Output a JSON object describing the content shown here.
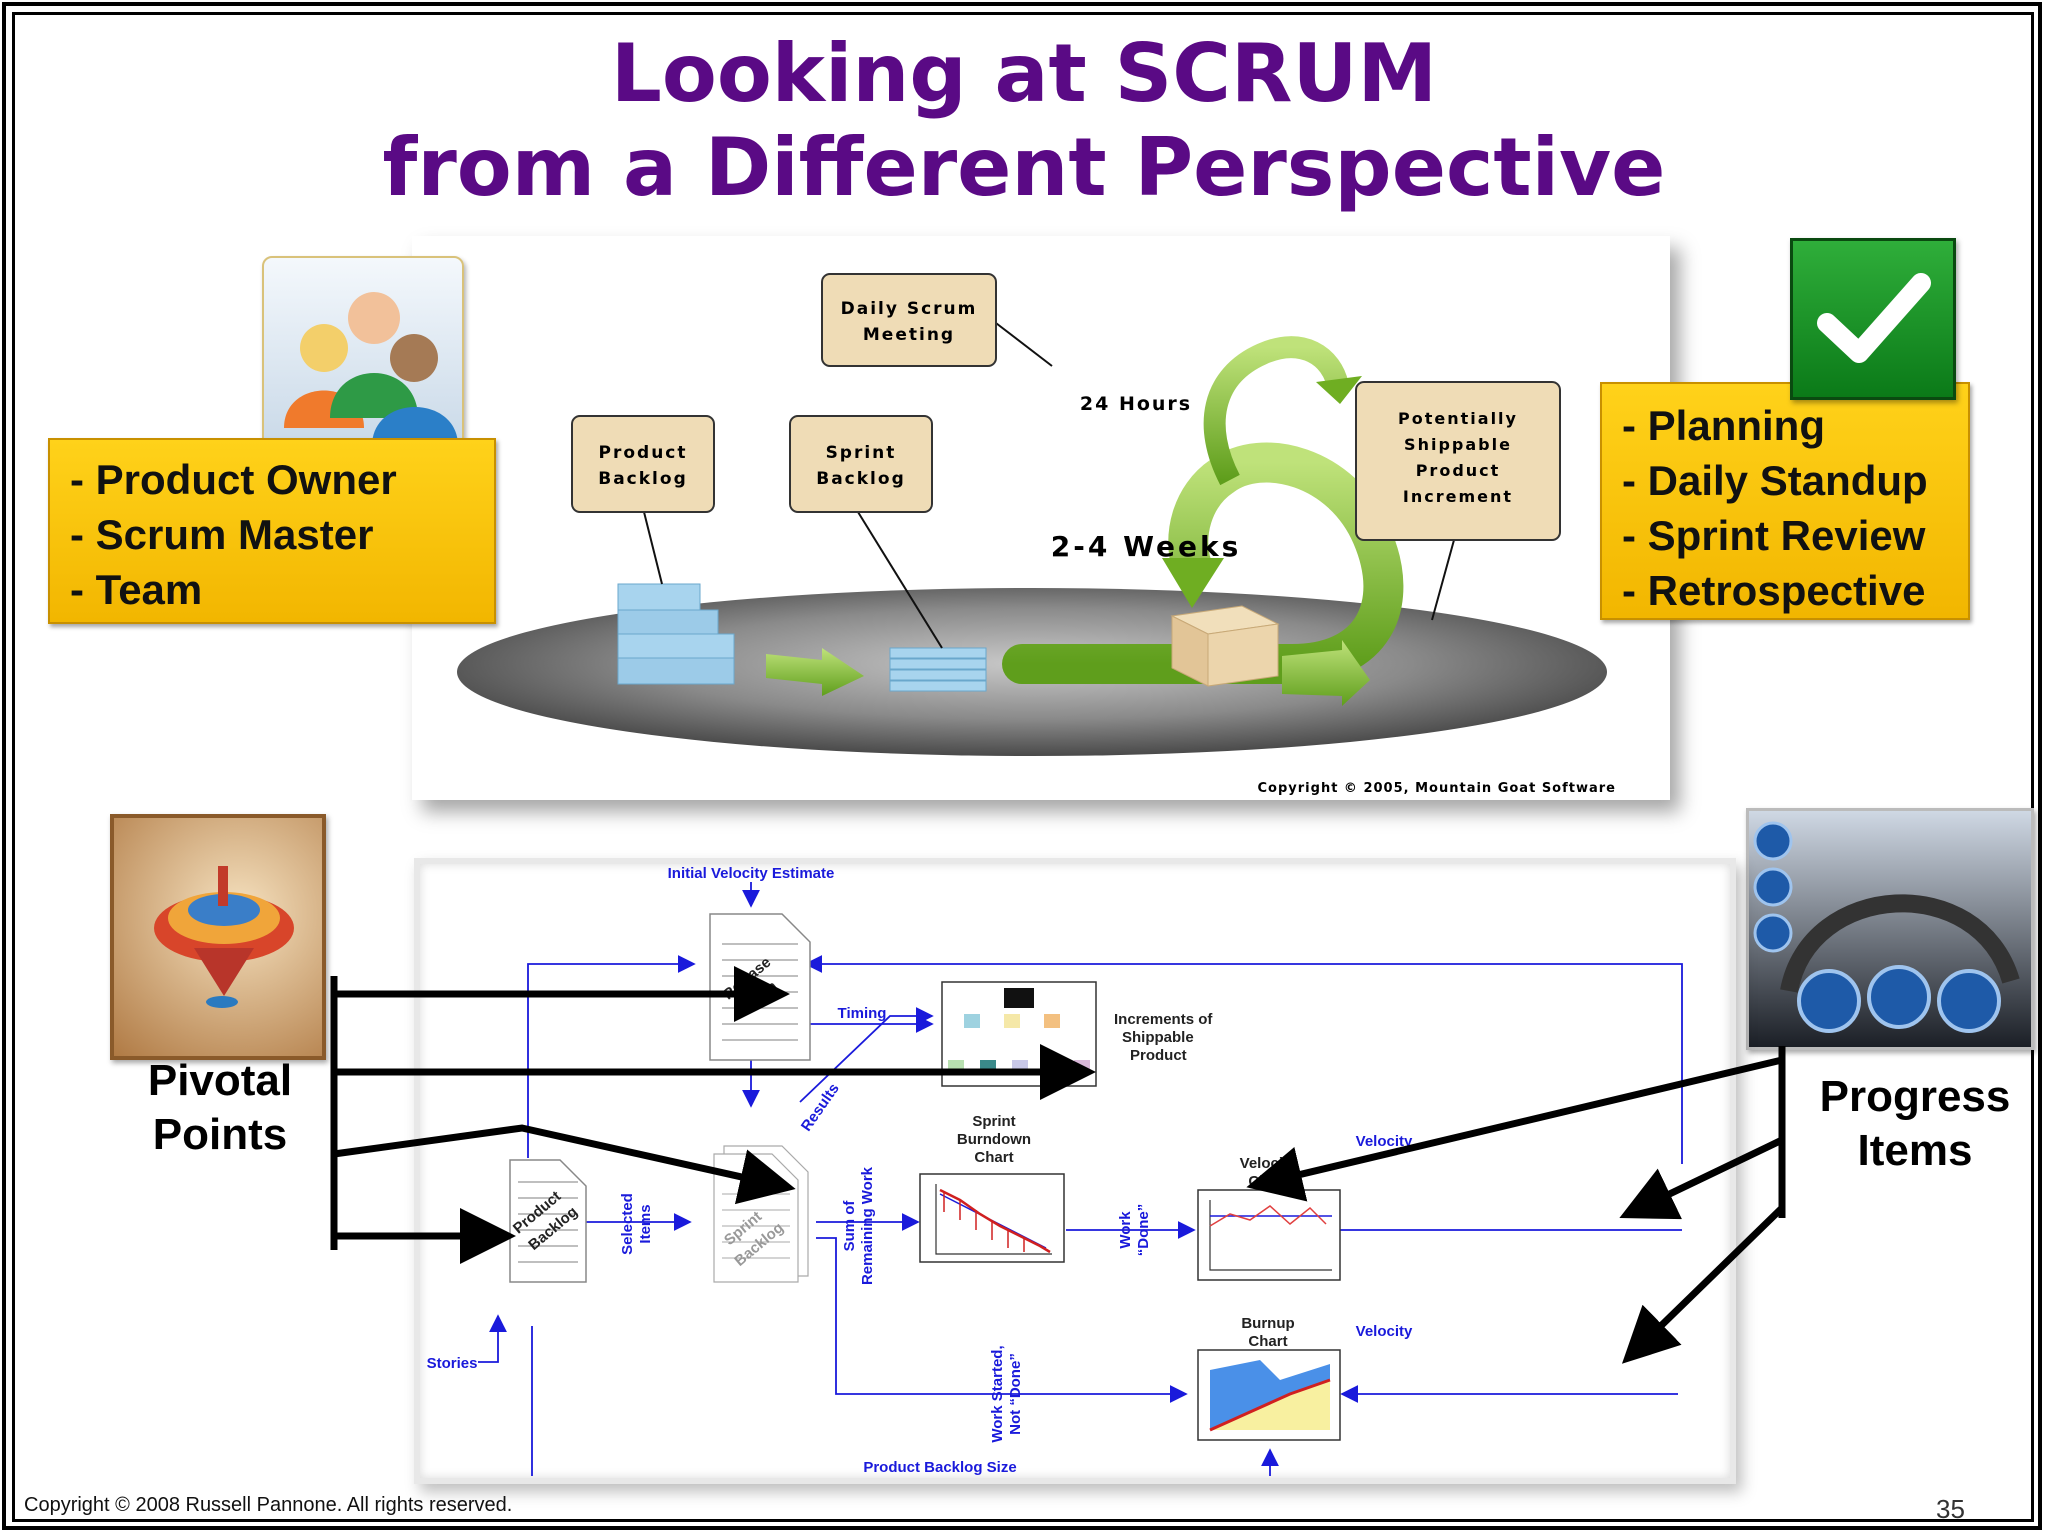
{
  "title": {
    "line1": "Looking at SCRUM",
    "line2": "from a Different Perspective"
  },
  "roles_box": {
    "items": [
      "- Product Owner",
      "- Scrum Master",
      "- Team"
    ]
  },
  "ceremonies_box": {
    "items": [
      "- Planning",
      "- Daily Standup",
      "- Sprint Review",
      "- Retrospective"
    ]
  },
  "scrum_diagram": {
    "daily_scrum": [
      "Daily Scrum",
      "Meeting"
    ],
    "hours": "24 Hours",
    "weeks": "2-4 Weeks",
    "product_backlog": [
      "Product",
      "Backlog"
    ],
    "sprint_backlog": [
      "Sprint",
      "Backlog"
    ],
    "increment": [
      "Potentially",
      "Shippable",
      "Product",
      "Increment"
    ],
    "copyright": "Copyright © 2005, Mountain Goat Software"
  },
  "flow_diagram": {
    "initial_velocity": "Initial Velocity Estimate",
    "release_plan": [
      "Release",
      "Plan"
    ],
    "timing": "Timing",
    "increments": [
      "Increments of",
      "Shippable",
      "Product"
    ],
    "results": "Results",
    "sprint_burndown": [
      "Sprint",
      "Burndown",
      "Chart"
    ],
    "velocity_label_1": "Velocity",
    "velocity_chart": [
      "Velocity",
      "Chart"
    ],
    "product_backlog": [
      "Product",
      "Backlog"
    ],
    "selected_items": [
      "Selected",
      "Items"
    ],
    "sprint_backlog": [
      "Sprint",
      "Backlog"
    ],
    "sum_remaining": [
      "Sum of",
      "Remaining Work"
    ],
    "work_done": [
      "Work",
      "“Done”"
    ],
    "burnup_chart": [
      "Burnup",
      "Chart"
    ],
    "velocity_label_2": "Velocity",
    "stories": "Stories",
    "work_started": [
      "Work Started,",
      "Not “Done”"
    ],
    "product_backlog_size": "Product Backlog Size"
  },
  "left_label": [
    "Pivotal",
    "Points"
  ],
  "right_label": [
    "Progress",
    "Items"
  ],
  "footer": {
    "copyright": "Copyright © 2008 Russell Pannone. All rights reserved.",
    "page": "35"
  },
  "colors": {
    "title": "#5a0a85",
    "box": "#ffcc00",
    "flow_blue": "#1a1adb",
    "arrow_green": "#7fbf2a",
    "note_fill": "#efdcb6"
  }
}
